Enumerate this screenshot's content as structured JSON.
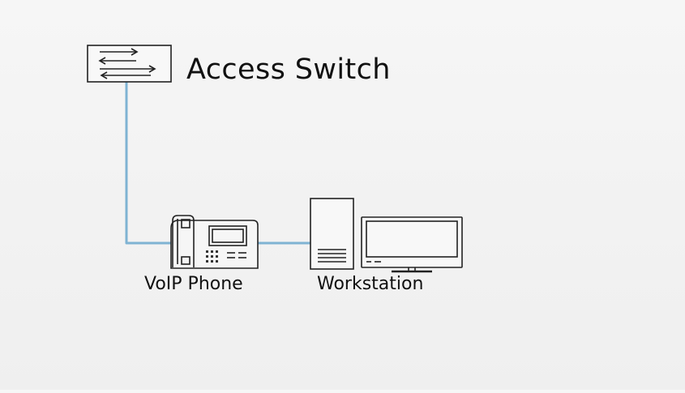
{
  "diagram": {
    "nodes": {
      "access_switch": {
        "label": "Access Switch",
        "icon": "network-switch-icon"
      },
      "voip_phone": {
        "label": "VoIP Phone",
        "icon": "desk-phone-icon"
      },
      "workstation": {
        "label": "Workstation",
        "icon": "desktop-computer-icon"
      }
    },
    "links": [
      {
        "from": "access_switch",
        "to": "voip_phone"
      },
      {
        "from": "voip_phone",
        "to": "workstation"
      }
    ],
    "colors": {
      "link": "#7fb3d3",
      "icon_stroke": "#222222",
      "background": "#f4f4f4"
    }
  }
}
